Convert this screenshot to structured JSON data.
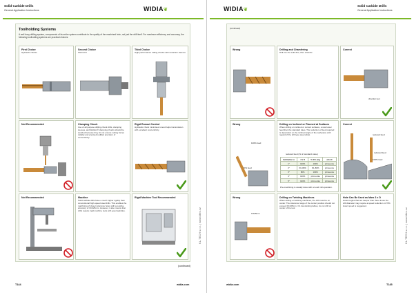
{
  "header": {
    "left_title": "Solid Carbide Drills",
    "left_sub": "General Application Instructions",
    "brand": "WIDIA",
    "right_title": "Solid Carbide Drills",
    "right_sub": "General Application Instructions"
  },
  "left_page": {
    "section_title": "Toolholding Systems",
    "intro": "A well busy drilling system, components of its entire system contribute to the quality of the machined hole, not just the drill itself. For maximum efficiency and accuracy, the following toolholding systems are practical choices:",
    "cells": [
      {
        "title": "First Choice",
        "sub": "Hydraulic chucks"
      },
      {
        "title": "Second Choice",
        "sub": "Shrink Fit"
      },
      {
        "title": "Third Choice",
        "sub": "High-performance milling chucks with reduction sleeves"
      },
      {
        "title": "Not Recommended",
        "sub": ""
      },
      {
        "title": "Clamping Chuck",
        "sub": "Use of all purpose drilling chuck drills, clamping sleeves, and Weldon® clamping chucks should be avoided because they do not ensure cutting forces reliably and precise/modified precision of concentricity."
      },
      {
        "title": "Rigid Runout Control",
        "sub": "Hydraulic chuck minimises runout helps transmission with excellent concentricity."
      },
      {
        "title": "Not Recommended",
        "sub": ""
      },
      {
        "title": "Machine",
        "sub": "Solid carbide drills have a much higher rigidity than conventional high-speed steel drills. This enables the machining of closer tolerance holes with a positive accuracy of ±0.025mm. However, it also means that drills require rigid machine tools with good spindles."
      },
      {
        "title": "Rigid Machine Tool Recommended",
        "sub": ""
      }
    ],
    "continued": "(continued)",
    "page_num": "T144",
    "url": "widia.com"
  },
  "right_page": {
    "continued_label": "(continued)",
    "rows": [
      {
        "wrong": "Wrong",
        "title": "Drilling and Chamfering",
        "desc": "Drill into the solid first, then chamfer.",
        "correct": "Correct",
        "label": "chamfer tool"
      },
      {
        "wrong": "Wrong",
        "title": "Drilling on Inclined or Planned at Surfaces",
        "desc": "When drilling on inclined or curved surfaces, a new lower feed than the standard rates. The reduction of feed required is dependent on the inclined angle of the workpiece with regard of the drill type (see table).",
        "correct": "Correct",
        "labels": [
          "100% feed",
          "50% feed",
          "reduced feed",
          "reduced feed",
          "100% feed"
        ]
      },
      {
        "wrong": "Wrong",
        "title": "Drilling on Twisting Machines",
        "desc": "When drilling on twisting machines, the drill must be on center. The tolerance range of the center position should not exceed ±0.025mm. On low-twisting lathes, do not drill on center of the tool.",
        "correct": "Hole Can Be Used as Mars 3 x D",
        "correct_desc": "Holes begins that are deeper than three times the drill diameter may require a speed reduction. A 70% lower speed is suggested.",
        "label": "0.025mm"
      }
    ],
    "table": {
      "caption": "reduced feed (% of standard value)",
      "headers": [
        "Inclination α",
        "3 x D",
        "5 xD Long",
        "≥8 x D"
      ],
      "rows": [
        [
          "1°",
          "100%",
          "100%",
          "prima ante"
        ],
        [
          "2°",
          "60–80%",
          "60–80%",
          "prima ante"
        ],
        [
          "3°",
          "80%",
          "100%",
          "prima ante"
        ],
        [
          "4°",
          "100%",
          "prima ante",
          "prima ante"
        ],
        [
          "5°",
          "100%",
          "prima ante",
          "prima ante"
        ]
      ],
      "note": "Pre-machining is usually done with an end mill operation."
    },
    "page_num": "T145",
    "url": "widia.com"
  },
  "side_text": "KL-TECH s.r.o. | www.kltec.cz"
}
